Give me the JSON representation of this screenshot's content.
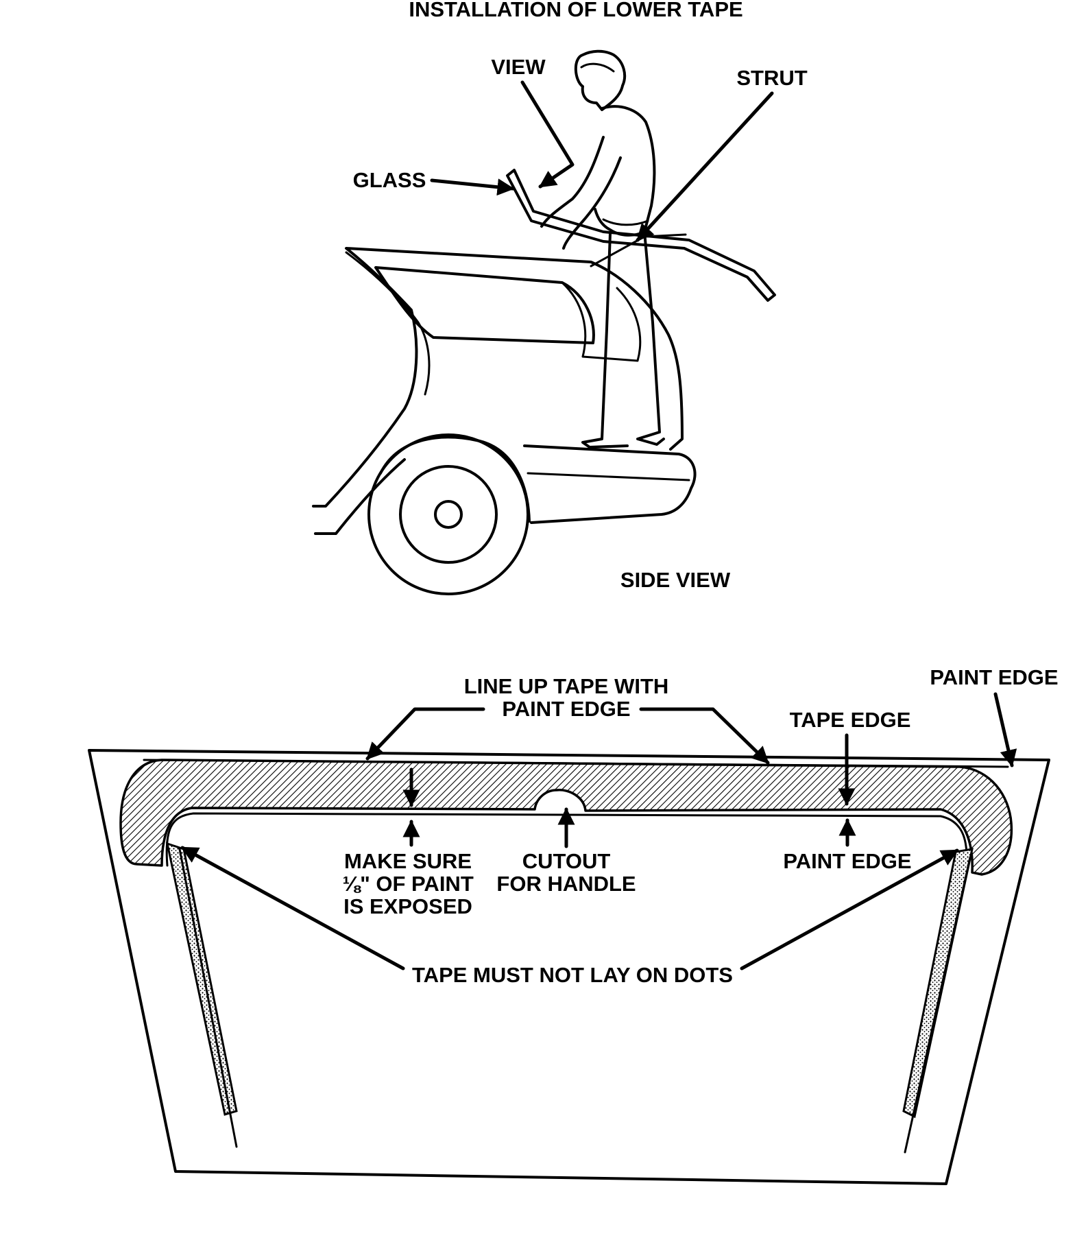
{
  "figure": {
    "title": "INSTALLATION OF LOWER TAPE",
    "side_view_label": "SIDE VIEW"
  },
  "side_view": {
    "labels": {
      "view": "VIEW",
      "strut": "STRUT",
      "glass": "GLASS"
    }
  },
  "glass_view": {
    "labels": {
      "line_up_1": "LINE UP TAPE WITH",
      "line_up_2": "PAINT EDGE",
      "paint_edge_top": "PAINT EDGE",
      "tape_edge": "TAPE EDGE",
      "make_sure_1": "MAKE SURE",
      "make_sure_2": "⅛\" OF PAINT",
      "make_sure_3": "IS EXPOSED",
      "cutout_1": "CUTOUT",
      "cutout_2": "FOR HANDLE",
      "paint_edge_right": "PAINT EDGE",
      "tape_dots": "TAPE MUST NOT LAY ON DOTS"
    }
  }
}
